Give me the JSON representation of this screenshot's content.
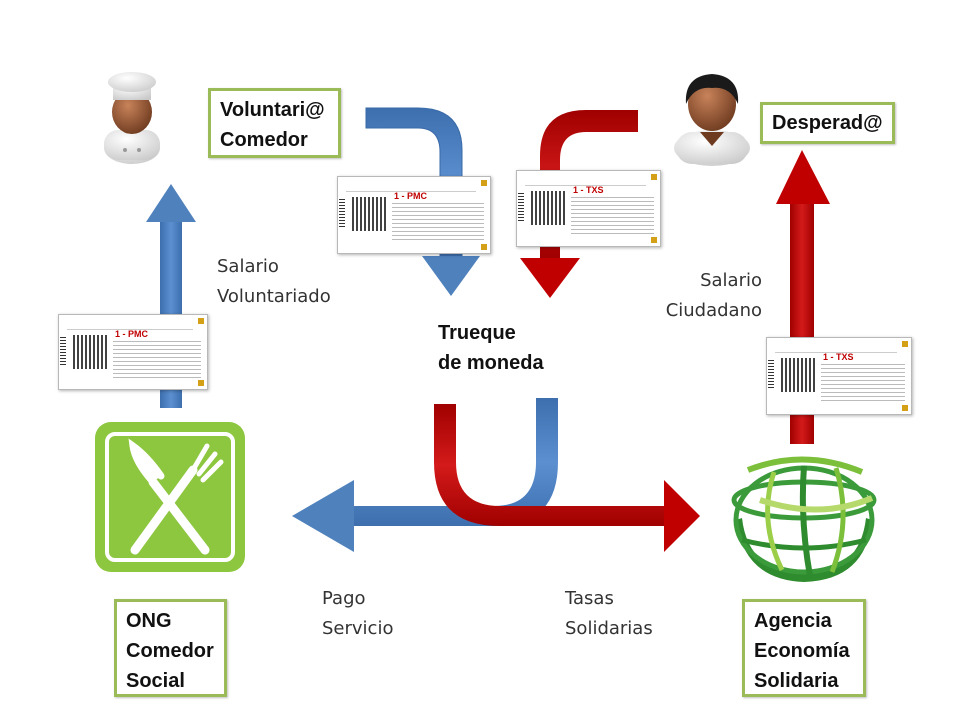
{
  "colors": {
    "blue_arrow": "#4f81bd",
    "red_arrow": "#c00000",
    "box_border": "#9bbb59",
    "ong_logo_green": "#8dc63f",
    "globe_green": "#2e8b2e"
  },
  "nodes": {
    "voluntario": {
      "line1": "Voluntari@",
      "line2": "Comedor"
    },
    "desperado": {
      "line1": "Desperad@"
    },
    "ong": {
      "line1": "ONG",
      "line2": "Comedor",
      "line3": "Social"
    },
    "agencia": {
      "line1": "Agencia",
      "line2": "Economía",
      "line3": "Solidaria"
    }
  },
  "labels": {
    "salario_voluntariado": {
      "line1": "Salario",
      "line2": "Voluntariado"
    },
    "salario_ciudadano": {
      "line1": "Salario",
      "line2": "Ciudadano"
    },
    "trueque": {
      "line1": "Trueque",
      "line2": "de moneda"
    },
    "pago_servicio": {
      "line1": "Pago",
      "line2": "Servicio"
    },
    "tasas_solidarias": {
      "line1": "Tasas",
      "line2": "Solidarias"
    }
  },
  "tickets": {
    "pmc_code": "1 - PMC",
    "txs_code": "1 - TXS"
  },
  "icons": {
    "chef_person": "chef-person-icon",
    "person": "person-icon",
    "ong_logo": "fork-knife-icon",
    "agency_logo": "globe-icon"
  }
}
